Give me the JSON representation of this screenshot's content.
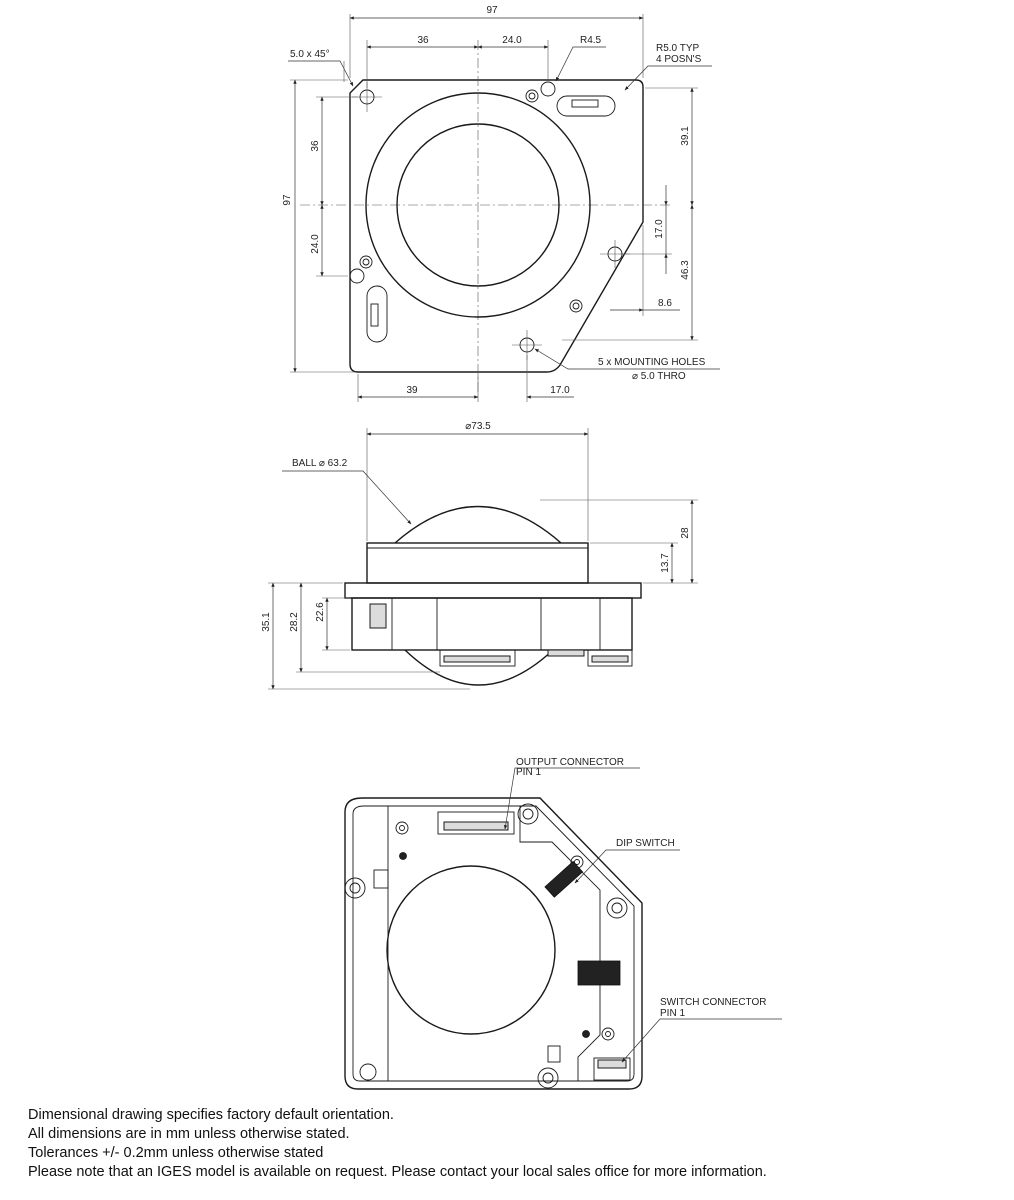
{
  "top_view": {
    "dim_overall_width": "97",
    "dim_overall_height": "97",
    "dim_chamfer": "5.0 x 45°",
    "dim_hole_left_x": "36",
    "dim_hole_right_x": "24.0",
    "dim_corner_radius": "R4.5",
    "note_radius": "R5.0 TYP",
    "note_positions": "4 POSN'S",
    "dim_hole_top_y": "36",
    "dim_hole_bottom_y": "24.0",
    "dim_right_top": "39.1",
    "dim_right_mid": "17.0",
    "dim_right_bottom": "46.3",
    "dim_offset": "8.6",
    "dim_bottom_left": "39",
    "dim_bottom_right": "17.0",
    "note_holes_line1": "5 x MOUNTING HOLES",
    "note_holes_line2": "⌀ 5.0 THRO"
  },
  "side_view": {
    "dim_bezel_diameter": "⌀73.5",
    "label_ball": "BALL ⌀ 63.2",
    "dim_height_above": "28",
    "dim_bezel_height": "13.7",
    "dim_total": "35.1",
    "dim_mid": "28.2",
    "dim_body": "22.6"
  },
  "bottom_view": {
    "label_output_connector_line1": "OUTPUT CONNECTOR",
    "label_output_connector_line2": "PIN 1",
    "label_dip_switch": "DIP SWITCH",
    "label_switch_connector_line1": "SWITCH CONNECTOR",
    "label_switch_connector_line2": "PIN 1"
  },
  "notes": {
    "line1": "Dimensional drawing specifies factory default orientation.",
    "line2": "All dimensions are in mm unless otherwise stated.",
    "line3": "Tolerances +/- 0.2mm unless otherwise stated",
    "line4": "Please note that an IGES model is available on request. Please contact your local sales office for more information."
  }
}
